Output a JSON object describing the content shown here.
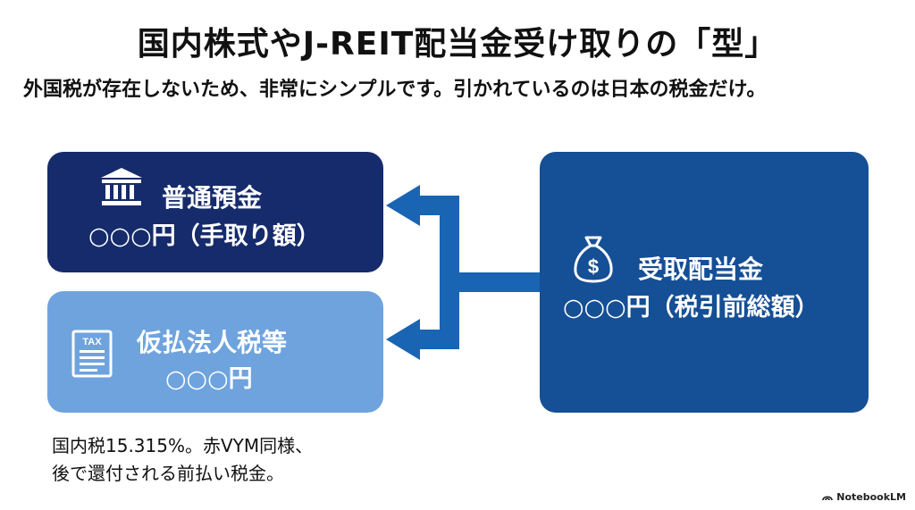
{
  "title": "国内株式やJ-REIT配当金受け取りの「型」",
  "subtitle": "外国税が存在しないため、非常にシンプルです。引かれているのは日本の税金だけ。",
  "bank_box": {
    "title": "普通預金",
    "amount": "○○○円（手取り額）",
    "icon": "bank-icon",
    "color": "#162b6b"
  },
  "tax_box": {
    "title": "仮払法人税等",
    "amount": "○○○円",
    "icon": "tax-document-icon",
    "icon_text": "TAX",
    "color": "#6ea3de"
  },
  "dividend_box": {
    "title": "受取配当金",
    "amount": "○○○円（税引前総額）",
    "icon": "money-bag-icon",
    "color": "#154f95"
  },
  "arrow_color": "#1a64b4",
  "note": {
    "line1": "国内税15.315%。赤VYM同様、",
    "line2": "後で還付される前払い税金。"
  },
  "brand": "NotebookLM"
}
